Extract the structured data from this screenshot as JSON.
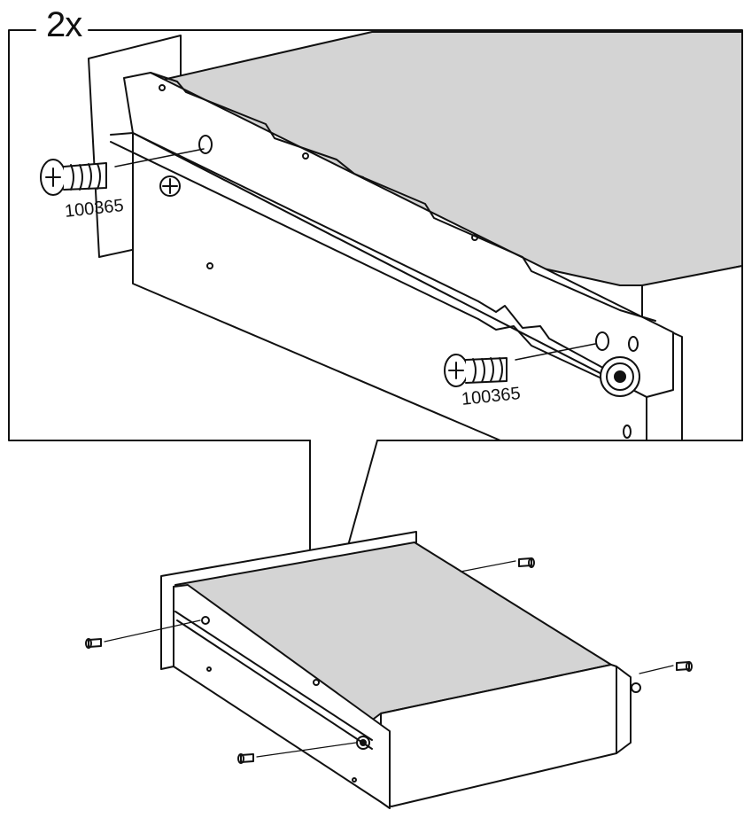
{
  "detail": {
    "quantity": "2x"
  },
  "parts": [
    {
      "part_number": "100365"
    },
    {
      "part_number": "100365"
    }
  ],
  "colors": {
    "line": "#111111",
    "panel_gray": "#d4d4d4",
    "background": "#ffffff"
  }
}
